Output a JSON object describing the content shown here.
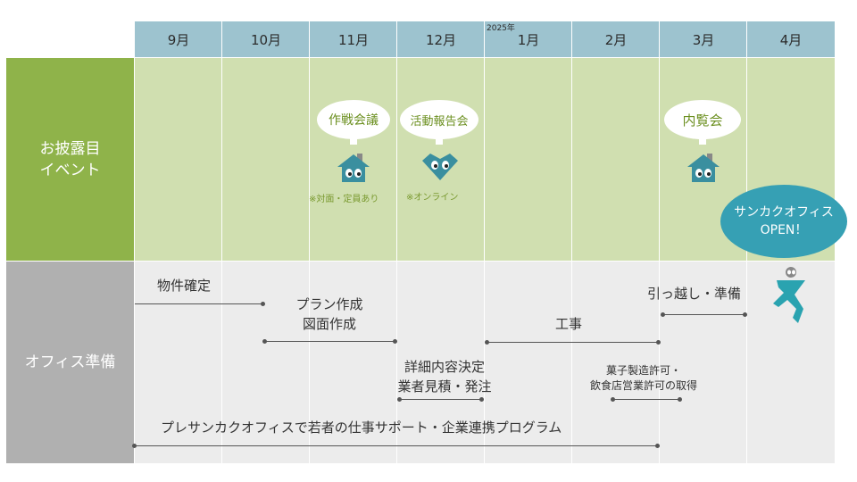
{
  "year_label": "2025年",
  "months": [
    "9月",
    "10月",
    "11月",
    "12月",
    "1月",
    "2月",
    "3月",
    "4月"
  ],
  "rows": {
    "events": "お披露目\nイベント",
    "prep": "オフィス準備"
  },
  "events": {
    "strategy_meeting": "作戦会議",
    "strategy_note": "※対面・定員あり",
    "report_meeting": "活動報告会",
    "report_note": "※オンライン",
    "preview": "内覧会",
    "open_line1": "サンカクオフィス",
    "open_line2": "OPEN！"
  },
  "tasks": {
    "property": "物件確定",
    "plan_line1": "プラン作成",
    "plan_line2": "図面作成",
    "detail_line1": "詳細内容決定",
    "detail_line2": "業者見積・発注",
    "construction": "工事",
    "moving": "引っ越し・準備",
    "permit_line1": "菓子製造許可・",
    "permit_line2": "飲食店営業許可の取得",
    "program": "プレサンカクオフィスで若者の仕事サポート・企業連携プログラム"
  },
  "colors": {
    "header": "#9dc3cf",
    "events_label": "#8fb34a",
    "events_bg": "#d0dfb0",
    "prep_label": "#b0b0b0",
    "prep_bg": "#ececec",
    "accent_teal": "#36a0b4"
  }
}
